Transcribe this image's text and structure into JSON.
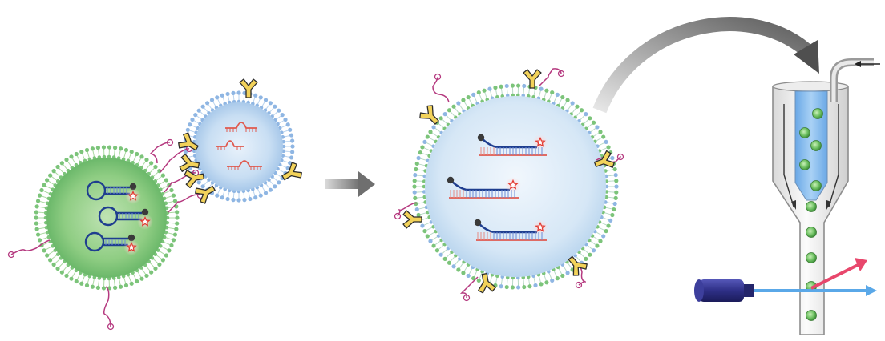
{
  "figure": {
    "panels": [
      {
        "id": "fusion",
        "description_label": "",
        "elements": [
          "green-vesicle-with-hairpin-probes",
          "blue-vesicle-with-target-rna",
          "y-shaped-linkers"
        ]
      },
      {
        "id": "fused-vesicle",
        "description_label": "",
        "elements": [
          "hybridized-probe-target-duplexes",
          "membrane-anchors"
        ]
      },
      {
        "id": "flow-cytometry",
        "description_label": "",
        "elements": [
          "sheath-flow-nozzle",
          "laser-source",
          "fluorescence-signal",
          "droplet-stream"
        ]
      }
    ],
    "colors": {
      "green_membrane": "#7cc47a",
      "green_fill": "#6bb86a",
      "blue_membrane": "#8fb6e3",
      "blue_fill": "#cfe2f5",
      "linker_yellow": "#f2d25a",
      "tether_magenta": "#b5397f",
      "probe_navy": "#1f3e8f",
      "target_red": "#e0594e",
      "star_red": "#e23b32",
      "arrow_gray": "#8a8a8a",
      "laser_body": "#2e2f86",
      "laser_beam": "#5aa8e8",
      "signal_pink": "#e8476c"
    }
  }
}
